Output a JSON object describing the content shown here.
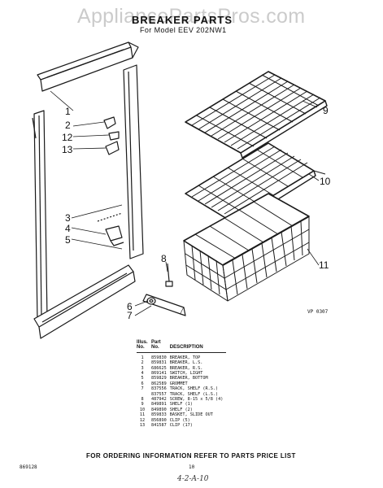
{
  "watermark": "AppliancePartsPros.com",
  "title": "BREAKER PARTS",
  "subtitle": "For Model EEV 202NW1",
  "callouts": [
    "1",
    "2",
    "12",
    "13",
    "3",
    "4",
    "5",
    "9",
    "10",
    "11",
    "8",
    "6",
    "7"
  ],
  "figure_ref": "VP 0307",
  "parts_table": {
    "header_line1": [
      "Illus.",
      "Part",
      ""
    ],
    "header_line2": [
      "No.",
      "No.",
      "DESCRIPTION"
    ],
    "rows": [
      [
        "1",
        "859830",
        "BREAKER, TOP"
      ],
      [
        "2",
        "859831",
        "BREAKER, L.S."
      ],
      [
        "3",
        "686625",
        "BREAKER, R.S."
      ],
      [
        "4",
        "869141",
        "SWITCH, LIGHT"
      ],
      [
        "5",
        "859829",
        "BREAKER, BOTTOM"
      ],
      [
        "6",
        "862589",
        "GROMMET"
      ],
      [
        "7",
        "837556",
        "TRACK, SHELF (R.S.)"
      ],
      [
        "",
        "837557",
        "TRACK, SHELF (L.S.)"
      ],
      [
        "8",
        "487942",
        "SCREW, 8-15 x 5/8 (4)"
      ],
      [
        "9",
        "849891",
        "SHELF (1)"
      ],
      [
        "10",
        "849890",
        "SHELF (2)"
      ],
      [
        "11",
        "859833",
        "BASKET, SLIDE OUT"
      ],
      [
        "12",
        "856890",
        "CLIP (5)"
      ],
      [
        "13",
        "841587",
        "CLIP (17)"
      ]
    ]
  },
  "footer": "FOR ORDERING INFORMATION REFER TO PARTS PRICE LIST",
  "doc_code": "869128",
  "page_number": "10",
  "handwritten_note": "4-2-A-10"
}
